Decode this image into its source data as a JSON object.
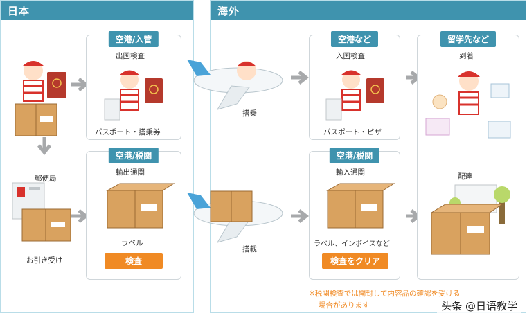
{
  "regions": {
    "japan": {
      "title": "日本"
    },
    "overseas": {
      "title": "海外"
    }
  },
  "japan": {
    "post_office": "郵便局",
    "pickup": "お引き受け",
    "airport_immigration": {
      "header": "空港/入管",
      "caption": "出国検査",
      "documents": "パスポート・搭乗券"
    },
    "airport_customs": {
      "header": "空港/税関",
      "caption": "輸出通関",
      "label": "ラベル",
      "action": "検査"
    }
  },
  "overseas": {
    "boarding": "搭乗",
    "loading": "搭載",
    "airport_etc": {
      "header": "空港など",
      "caption": "入国検査",
      "documents": "パスポート・ビザ"
    },
    "airport_customs": {
      "header": "空港/税関",
      "caption": "輸入通関",
      "label": "ラベル、インボイスなど",
      "action": "検査をクリア"
    },
    "destination": {
      "header": "留学先など",
      "arrival": "到着",
      "delivery": "配達"
    }
  },
  "note": {
    "line1": "※税関検査では開封して内容品の確認を受ける",
    "line2": "場合があります"
  },
  "watermark": "头条 @日语教学",
  "colors": {
    "primary": "#3f93ae",
    "accent": "#f08a24",
    "arrow": "#a7a9ab"
  }
}
